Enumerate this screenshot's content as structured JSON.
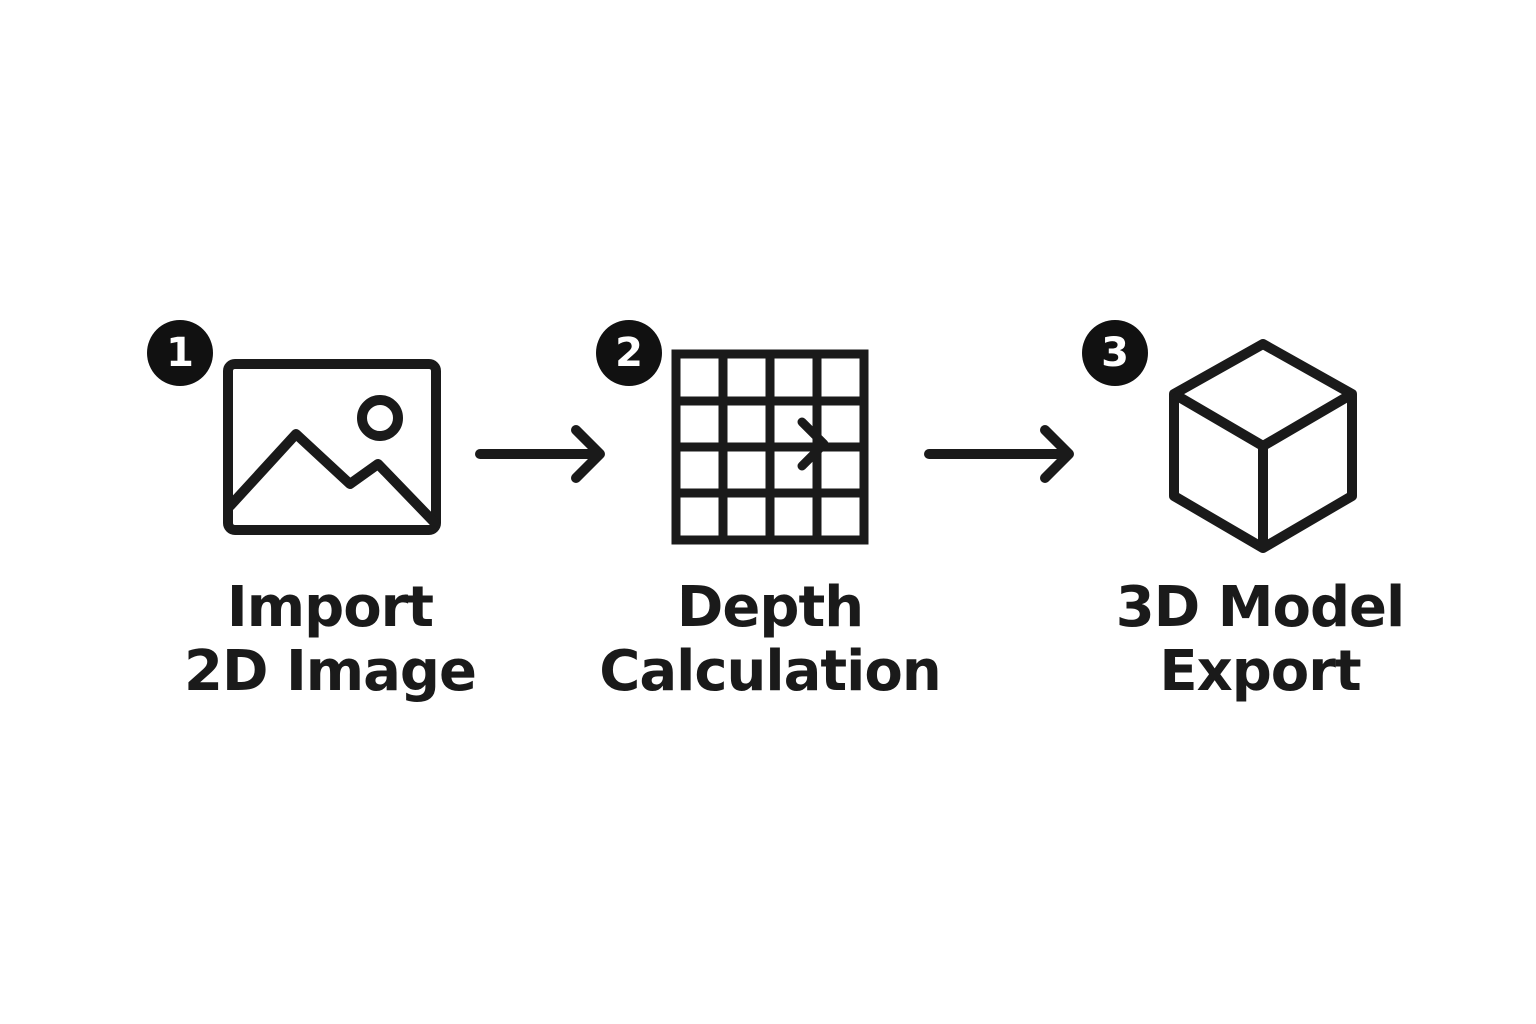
{
  "steps": [
    {
      "number": "1",
      "label_line1": "Import",
      "label_line2": "2D Image",
      "icon": "image-icon"
    },
    {
      "number": "2",
      "label_line1": "Depth",
      "label_line2": "Calculation",
      "icon": "grid-arrow-icon"
    },
    {
      "number": "3",
      "label_line1": "3D Model",
      "label_line2": "Export",
      "icon": "cube-icon"
    }
  ],
  "connectors": [
    "arrow-right-icon",
    "arrow-right-icon"
  ],
  "colors": {
    "stroke": "#1a1a1a",
    "badge": "#111111",
    "background": "#ffffff"
  }
}
